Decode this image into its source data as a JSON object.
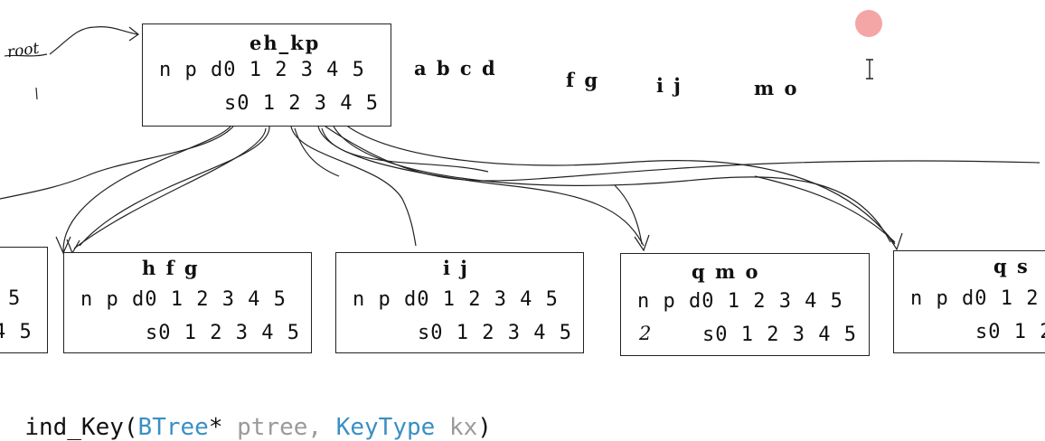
{
  "root_node": {
    "keys": "eh_kp",
    "fields": "n p d0 1 2 3 4 5",
    "subtrees": "s0 1 2 3 4 5"
  },
  "root_label": "root",
  "extra_keys": [
    "a b c d",
    "f g",
    "i j",
    "m o"
  ],
  "children": [
    {
      "id": "left-partial",
      "keys": "",
      "fields": "5",
      "subtrees": "4 5"
    },
    {
      "id": "child-hfg",
      "keys": "h f g",
      "fields": "n p d0 1 2 3 4 5",
      "subtrees": "s0 1 2 3 4 5"
    },
    {
      "id": "child-ij",
      "keys": "i j",
      "fields": "n p d0 1 2 3 4 5",
      "subtrees": "s0 1 2 3 4 5"
    },
    {
      "id": "child-qmo",
      "keys": "q m o",
      "fields": "n p d0 1 2 3 4 5",
      "subtrees": "s0 1 2 3 4 5",
      "mark": "2"
    },
    {
      "id": "child-qs",
      "keys": "q s",
      "fields": "n p d0 1 2",
      "subtrees": "s0 1 2"
    }
  ],
  "code": {
    "prefix": "ind_Key(",
    "type1": "BTree",
    "star": "*",
    "param1": " ptree,",
    "type2": " KeyType",
    "param2": " kx",
    "suffix": ")"
  },
  "colors": {
    "type": "#3a8fc4",
    "param": "#9a9a9a",
    "ink": "#111111",
    "dot": "#f4a6a6"
  }
}
